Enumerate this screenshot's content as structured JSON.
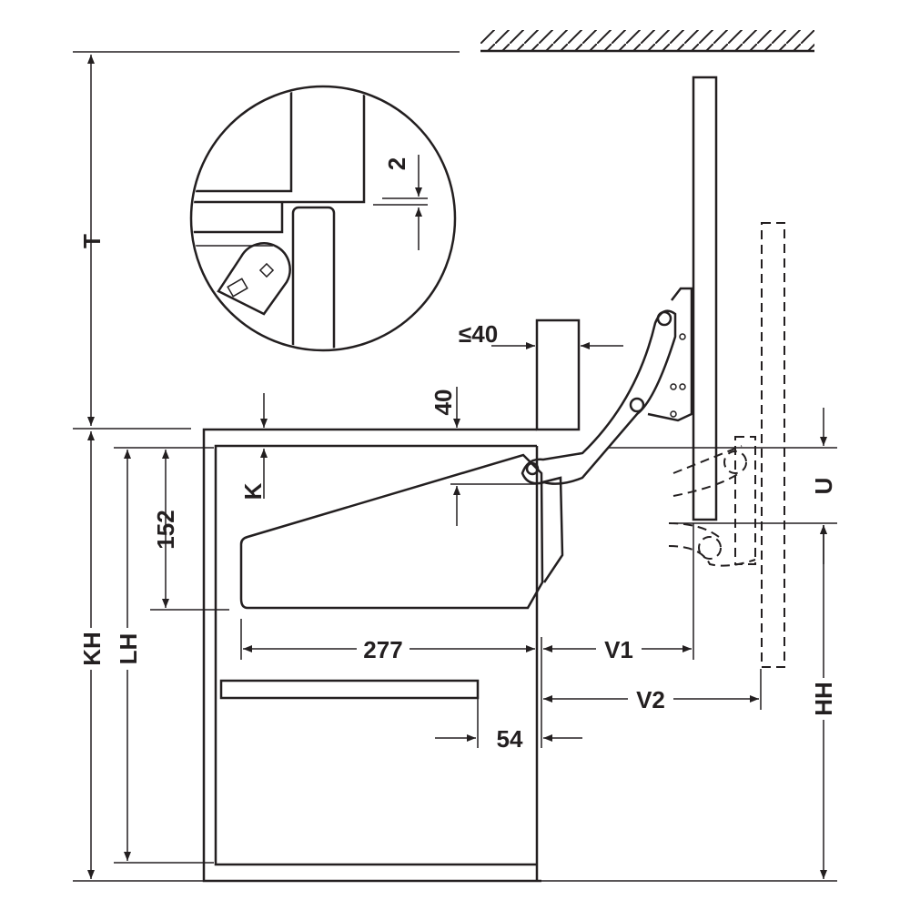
{
  "labels": {
    "T": "T",
    "detail_2": "2",
    "max_40": "≤40",
    "dim_40": "40",
    "K": "K",
    "dim_152": "152",
    "KH": "KH",
    "LH": "LH",
    "dim_277": "277",
    "V1": "V1",
    "V2": "V2",
    "dim_54": "54",
    "U": "U",
    "HH": "HH"
  },
  "colors": {
    "ink": "#231f20",
    "background": "#ffffff"
  }
}
